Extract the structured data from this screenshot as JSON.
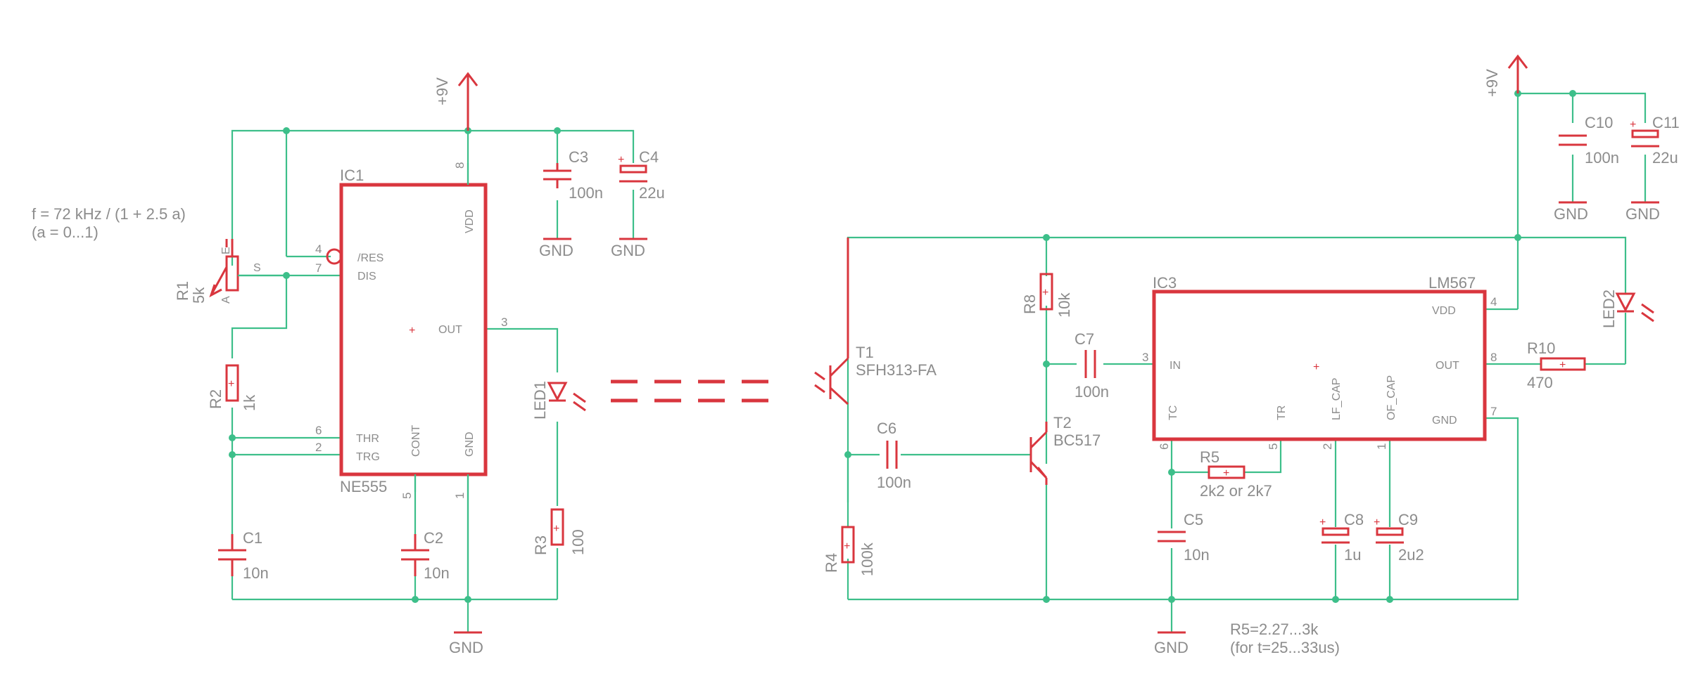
{
  "notes": {
    "freq_line1": "f = 72 kHz / (1 + 2.5 a)",
    "freq_line2": "(a = 0...1)",
    "r5_line1": "R5=2.27...3k",
    "r5_line2": "(for t=25...33us)"
  },
  "supply": {
    "vcc": "+9V",
    "gnd": "GND"
  },
  "ic1": {
    "name": "IC1",
    "value": "NE555",
    "pins": {
      "res": "/RES",
      "dis": "DIS",
      "vdd": "VDD",
      "out": "OUT",
      "thr": "THR",
      "trg": "TRG",
      "cont": "CONT",
      "gnd": "GND"
    },
    "pin_numbers": {
      "res": "4",
      "dis": "7",
      "vdd": "8",
      "out": "3",
      "thr": "6",
      "trg": "2",
      "cont": "5",
      "gnd": "1"
    }
  },
  "ic3": {
    "name": "IC3",
    "value": "LM567",
    "pins": {
      "vdd": "VDD",
      "in": "IN",
      "out": "OUT",
      "gnd": "GND",
      "tc": "TC",
      "tr": "TR",
      "lf": "LF_CAP",
      "of": "OF_CAP"
    },
    "pin_numbers": {
      "vdd": "4",
      "in": "3",
      "out": "8",
      "gnd": "7",
      "tc": "6",
      "tr": "5",
      "lf": "2",
      "of": "1"
    }
  },
  "components": {
    "r1": {
      "name": "R1",
      "value": "5k",
      "pin_e": "E",
      "pin_s": "S",
      "pin_a": "A"
    },
    "r2": {
      "name": "R2",
      "value": "1k"
    },
    "r3": {
      "name": "R3",
      "value": "100"
    },
    "r4": {
      "name": "R4",
      "value": "100k"
    },
    "r5": {
      "name": "R5",
      "value": "2k2 or 2k7"
    },
    "r8": {
      "name": "R8",
      "value": "10k"
    },
    "r10": {
      "name": "R10",
      "value": "470"
    },
    "c1": {
      "name": "C1",
      "value": "10n"
    },
    "c2": {
      "name": "C2",
      "value": "10n"
    },
    "c3": {
      "name": "C3",
      "value": "100n"
    },
    "c4": {
      "name": "C4",
      "value": "22u"
    },
    "c5": {
      "name": "C5",
      "value": "10n"
    },
    "c6": {
      "name": "C6",
      "value": "100n"
    },
    "c7": {
      "name": "C7",
      "value": "100n"
    },
    "c8": {
      "name": "C8",
      "value": "1u"
    },
    "c9": {
      "name": "C9",
      "value": "2u2"
    },
    "c10": {
      "name": "C10",
      "value": "100n"
    },
    "c11": {
      "name": "C11",
      "value": "22u"
    },
    "led1": {
      "name": "LED1"
    },
    "led2": {
      "name": "LED2"
    },
    "t1": {
      "name": "T1",
      "value": "SFH313-FA"
    },
    "t2": {
      "name": "T2",
      "value": "BC517"
    }
  },
  "colors": {
    "wire": "#3dbf8a",
    "part": "#d9363e",
    "label": "#8c8c8c"
  }
}
